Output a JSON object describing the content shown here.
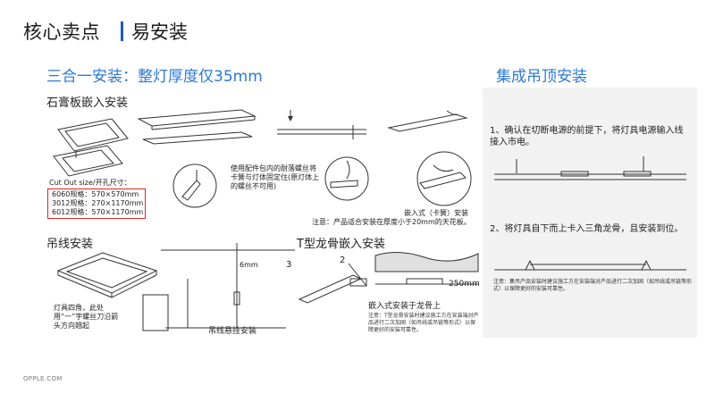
{
  "header": {
    "title": "核心卖点",
    "subtitle": "易安装"
  },
  "sections": {
    "left_heading": "三合一安装：整灯厚度仅35mm",
    "right_heading": "集成吊顶安装"
  },
  "gypsum": {
    "label": "石膏板嵌入安装",
    "cutout_title": "Cut Out size/开孔尺寸：",
    "cutout_rows": [
      "6060规格：570×570mm",
      "3012规格：270×1170mm",
      "6012规格：570×1170mm"
    ],
    "note_spring": "使用配件包内的耐落螺丝将卡簧与灯体固定住(原灯体上的螺丝不可用)",
    "embed_label": "嵌入式（卡簧）安装",
    "embed_note": "注意：产品适合安装在厚度小于20mm的天花板。"
  },
  "hanging": {
    "label": "吊线安装",
    "corner_note": "灯具四角，此处用“一”字螺丝刀沿箭头方向翘起",
    "dim": "6mm",
    "step3": "3",
    "caption": "吊线悬挂安装"
  },
  "tbar": {
    "label": "T型龙骨嵌入安装",
    "step2": "2",
    "dim": "250mm",
    "caption": "嵌入式安装于龙骨上",
    "note": "注意：T型龙骨安装时建议施工方在安装端对产品进行二次加固（如吊线或吊链等形式）以保障更好的安装可靠性。"
  },
  "integrated": {
    "step1": "1、确认在切断电源的前提下，将灯具电源输入线接入市电。",
    "step2": "2、将灯具自下而上卡入三角龙骨，且安装到位。",
    "note": "注意：集吊产品安装时建议施工方在安装端对产品进行二次加固（如吊线或吊链等形式）以保障更好的安装可靠性。"
  },
  "footer": "OPPLE.COM",
  "colors": {
    "accent": "#2d78d6",
    "title_bar": "#1f5bb8",
    "highlight": "#d9262a"
  }
}
